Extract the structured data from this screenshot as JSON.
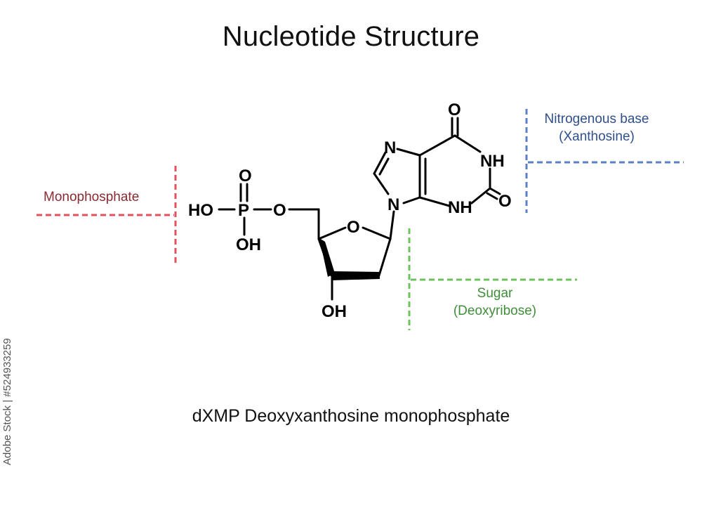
{
  "title": "Nucleotide Structure",
  "caption": "dXMP  Deoxyxanthosine monophosphate",
  "labels": {
    "phosphate": "Monophosphate",
    "base_line1": "Nitrogenous base",
    "base_line2": "(Xanthosine)",
    "sugar_line1": "Sugar",
    "sugar_line2": "(Deoxyribose)"
  },
  "atoms": {
    "ho": "HO",
    "p": "P",
    "o_top": "O",
    "oh_p": "OH",
    "o_link": "O",
    "o_ring": "O",
    "oh_sugar": "OH",
    "n_top": "N",
    "n9": "N",
    "o_carbonyl_top": "O",
    "nh_right": "NH",
    "o_carbonyl_right": "O",
    "nh_bottom": "NH"
  },
  "side_credit": "Adobe Stock | #524933259",
  "colors": {
    "phosphate": "#e0525e",
    "base": "#5b7fc4",
    "sugar": "#6cc35c",
    "phosphate_text": "#8a2a33",
    "base_text": "#2e4f8f",
    "sugar_text": "#3f8f3a"
  }
}
